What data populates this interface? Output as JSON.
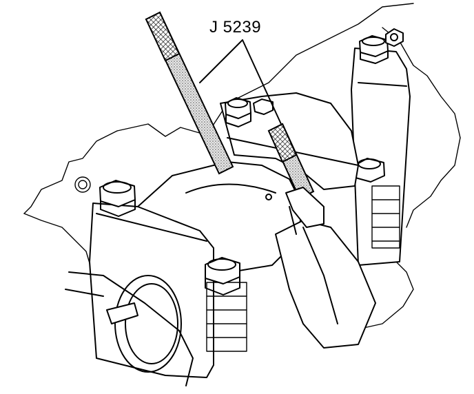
{
  "figure": {
    "callout": "J 5239"
  },
  "colors": {
    "ink": "#000000",
    "background": "#ffffff",
    "tool_shading": "#b8b8b8"
  },
  "parts": {
    "tools": [
      "guide-rod-long",
      "guide-rod-short"
    ],
    "fasteners": [
      "cap-bolt",
      "cap-bolt",
      "cap-bolt",
      "cap-bolt",
      "cap-bolt"
    ]
  }
}
